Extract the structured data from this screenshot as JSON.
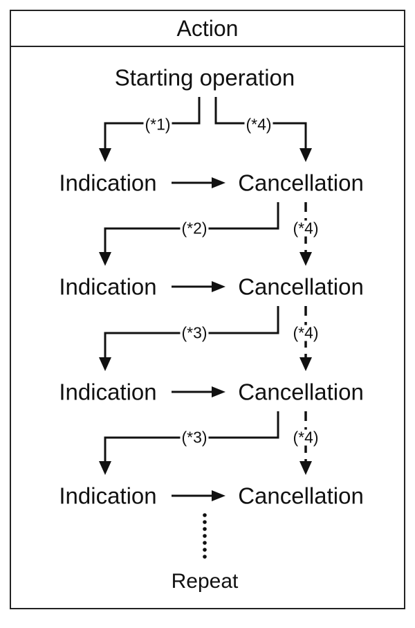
{
  "header": {
    "title": "Action"
  },
  "nodes": {
    "start": "Starting operation",
    "indication": "Indication",
    "cancellation": "Cancellation",
    "repeat": "Repeat"
  },
  "notes": {
    "n1": "(*1)",
    "n2": "(*2)",
    "n3": "(*3)",
    "n4": "(*4)"
  }
}
